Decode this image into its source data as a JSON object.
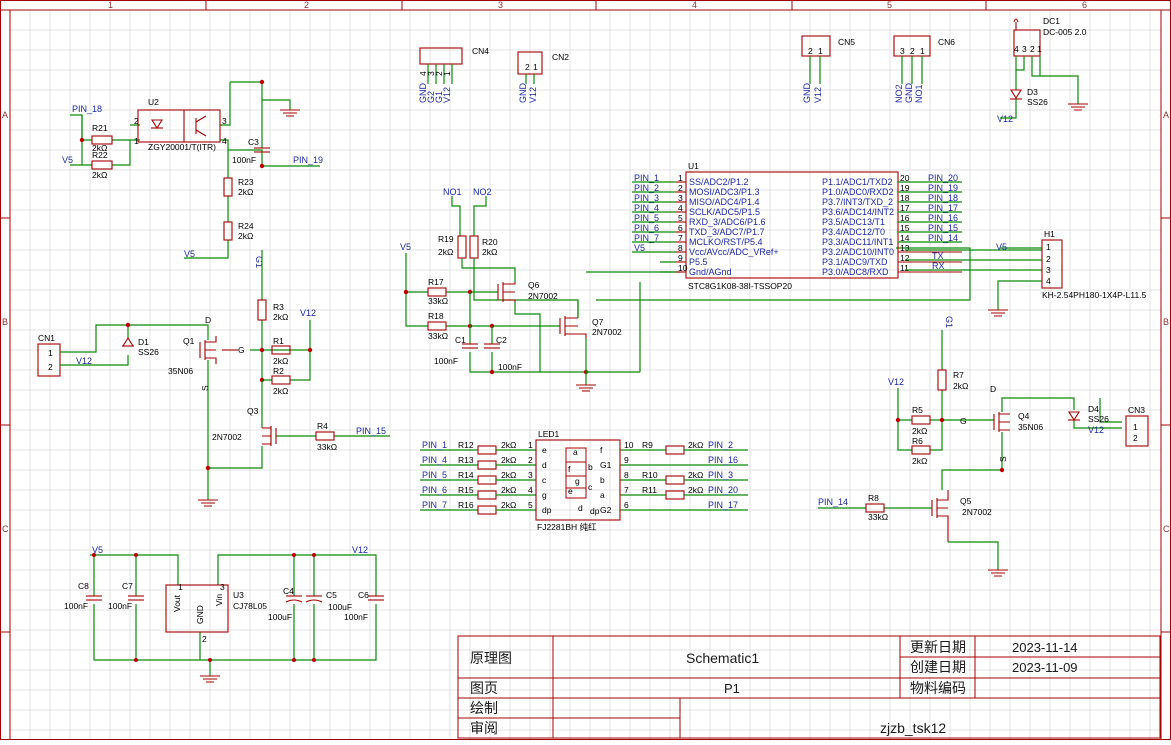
{
  "colors": {
    "wire": "#0a8a0a",
    "component": "#a40000",
    "net_label": "#1e2a9e",
    "background": "#ffffff"
  },
  "rulers": {
    "columns": [
      "1",
      "2",
      "3",
      "4",
      "5",
      "6"
    ],
    "rows": [
      "A",
      "B",
      "C"
    ]
  },
  "title_block": {
    "schematic_label": "原理图",
    "schematic_name": "Schematic1",
    "updated_label": "更新日期",
    "updated_date": "2023-11-14",
    "created_label": "创建日期",
    "created_date": "2023-11-09",
    "page_label": "图页",
    "page_value": "P1",
    "bom_label": "物料编码",
    "drawn_label": "绘制",
    "reviewed_label": "审阅",
    "project": "zjzb_tsk12"
  },
  "u1": {
    "ref": "U1",
    "part": "STC8G1K08-38I-TSSOP20",
    "left_pins": [
      {
        "num": "1",
        "name": "SS/ADC2/P1.2",
        "net": "PIN_1"
      },
      {
        "num": "2",
        "name": "MOSI/ADC3/P1.3",
        "net": "PIN_2"
      },
      {
        "num": "3",
        "name": "MISO/ADC4/P1.4",
        "net": "PIN_3"
      },
      {
        "num": "4",
        "name": "SCLK/ADC5/P1.5",
        "net": "PIN_4"
      },
      {
        "num": "5",
        "name": "RXD_3/ADC6/P1.6",
        "net": "PIN_5"
      },
      {
        "num": "6",
        "name": "TXD_3/ADC7/P1.7",
        "net": "PIN_6"
      },
      {
        "num": "7",
        "name": "MCLKO/RST/P5.4",
        "net": "PIN_7"
      },
      {
        "num": "8",
        "name": "Vcc/AVcc/ADC_VRef+",
        "net": "V5"
      },
      {
        "num": "9",
        "name": "P5.5",
        "net": ""
      },
      {
        "num": "10",
        "name": "Gnd/AGnd",
        "net": ""
      }
    ],
    "right_pins": [
      {
        "num": "20",
        "name": "P1.1/ADC1/TXD2",
        "net": "PIN_20"
      },
      {
        "num": "19",
        "name": "P1.0/ADC0/RXD2",
        "net": "PIN_19"
      },
      {
        "num": "18",
        "name": "P3.7/INT3/TXD_2",
        "net": "PIN_18"
      },
      {
        "num": "17",
        "name": "P3.6/ADC14/INT2",
        "net": "PIN_17"
      },
      {
        "num": "16",
        "name": "P3.5/ADC13/T1",
        "net": "PIN_16"
      },
      {
        "num": "15",
        "name": "P3.4/ADC12/T0",
        "net": "PIN_15"
      },
      {
        "num": "14",
        "name": "P3.3/ADC11/INT1",
        "net": "PIN_14"
      },
      {
        "num": "13",
        "name": "P3.2/ADC10/INT0",
        "net": ""
      },
      {
        "num": "12",
        "name": "P3.1/ADC9/TXD",
        "net": "TX"
      },
      {
        "num": "11",
        "name": "P3.0/ADC8/RXD",
        "net": "RX"
      }
    ]
  },
  "led1": {
    "ref": "LED1",
    "part": "FJ2281BH 纯红",
    "left_rows": [
      {
        "net": "PIN_1",
        "res": "R12",
        "val": "2kΩ",
        "pin": "1",
        "seg": "e"
      },
      {
        "net": "PIN_4",
        "res": "R13",
        "val": "2kΩ",
        "pin": "2",
        "seg": "d"
      },
      {
        "net": "PIN_5",
        "res": "R14",
        "val": "2kΩ",
        "pin": "3",
        "seg": "c"
      },
      {
        "net": "PIN_6",
        "res": "R15",
        "val": "2kΩ",
        "pin": "4",
        "seg": "g"
      },
      {
        "net": "PIN_7",
        "res": "R16",
        "val": "2kΩ",
        "pin": "5",
        "seg": "dp"
      }
    ],
    "right_rows": [
      {
        "pin": "10",
        "seg": "f",
        "res": "R9",
        "val": "2kΩ",
        "net": "PIN_2"
      },
      {
        "pin": "9",
        "seg": "G1",
        "res": "",
        "val": "",
        "net": "PIN_16"
      },
      {
        "pin": "8",
        "seg": "b",
        "res": "R10",
        "val": "2kΩ",
        "net": "PIN_3"
      },
      {
        "pin": "7",
        "seg": "a",
        "res": "R11",
        "val": "2kΩ",
        "net": "PIN_20"
      },
      {
        "pin": "6",
        "seg": "G2",
        "res": "",
        "val": "",
        "net": "PIN_17"
      }
    ],
    "inner": {
      "a": "a",
      "b": "b",
      "c": "c",
      "d": "d",
      "e": "e",
      "f": "f",
      "g": "g",
      "dp": "dp"
    }
  },
  "parts": {
    "u2": "U2",
    "u2_part": "ZGY20001/T(ITR)",
    "r21": "R21",
    "r22": "R22",
    "r23": "R23",
    "r24": "R24",
    "v2k": "2kΩ",
    "c3": "C3",
    "c3_val": "100nF",
    "net_pin18": "PIN_18",
    "net_v5": "V5",
    "net_pin19": "PIN_19",
    "net_g1": "G1",
    "net_v12": "V12",
    "cn4": "CN4",
    "cn2": "CN2",
    "cn5": "CN5",
    "cn6": "CN6",
    "cn4_nets": [
      "GND",
      "G2",
      "G1",
      "V12"
    ],
    "cn4_pins": [
      "4",
      "3",
      "2",
      "1"
    ],
    "cn2_nets": [
      "GND",
      "V12"
    ],
    "cn2_pins": [
      "2",
      "1"
    ],
    "cn5_nets": [
      "GND",
      "V12"
    ],
    "cn5_pins": [
      "2",
      "1"
    ],
    "cn6_nets": [
      "NO2",
      "GND",
      "NO1"
    ],
    "cn6_pins": [
      "3",
      "2",
      "1"
    ],
    "dc1": "DC1",
    "dc1_part": "DC-005 2.0",
    "dc1_pins": [
      "4",
      "3",
      "2",
      "1"
    ],
    "d3": "D3",
    "d3_part": "SS26",
    "no1": "NO1",
    "no2": "NO2",
    "r19": "R19",
    "r20": "R20",
    "r17": "R17",
    "r18": "R18",
    "v33k": "33kΩ",
    "c1": "C1",
    "c2": "C2",
    "c100n": "100nF",
    "q6": "Q6",
    "q7": "Q7",
    "n7002": "2N7002",
    "h1": "H1",
    "h1_part": "KH-2.54PH180-1X4P-L11.5",
    "h1_pins": [
      "1",
      "2",
      "3",
      "4"
    ],
    "tx": "TX",
    "rx": "RX",
    "cn1": "CN1",
    "cn1_pins": [
      "1",
      "2"
    ],
    "d1": "D1",
    "d1_part": "SS26",
    "q1": "Q1",
    "q1_part": "35N06",
    "d_lbl": "D",
    "s_lbl": "S",
    "g_lbl": "G",
    "r3": "R3",
    "r1": "R1",
    "r2": "R2",
    "q3": "Q3",
    "r4": "R4",
    "net_pin15": "PIN_15",
    "r7": "R7",
    "r5": "R5",
    "r6": "R6",
    "q4": "Q4",
    "q4_part": "35N06",
    "d4": "D4",
    "d4_part": "SS26",
    "cn3": "CN3",
    "cn3_pins": [
      "1",
      "2"
    ],
    "q5": "Q5",
    "r8": "R8",
    "net_pin14": "PIN_14",
    "c8": "C8",
    "c7": "C7",
    "u3": "U3",
    "u3_part": "CJ78L05",
    "vout": "Vout",
    "vin": "Vin",
    "gnd": "GND",
    "u3_pins": [
      "1",
      "2",
      "3"
    ],
    "c4": "C4",
    "c4_val": "100uF",
    "c5": "C5",
    "c5_val": "100uF",
    "c6": "C6",
    "c6_val": "100nF"
  }
}
